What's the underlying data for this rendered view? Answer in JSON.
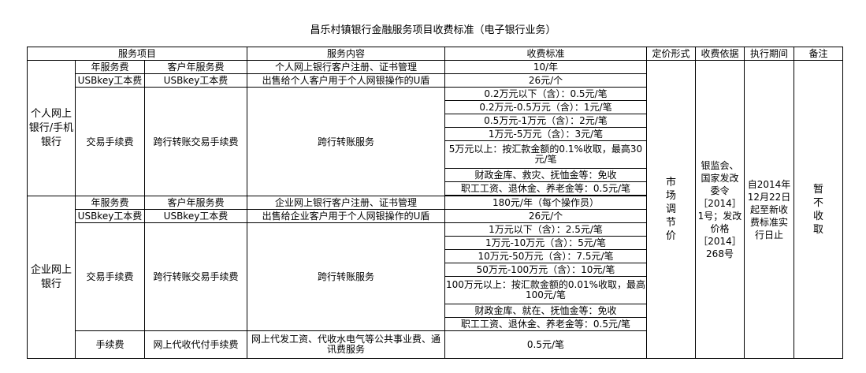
{
  "title": "昌乐村镇银行金融服务项目收费标准（电子银行业务）",
  "headers": {
    "service_item": "服务项目",
    "service_content": "服务内容",
    "fee_standard": "收费标准",
    "pricing_form": "定价形式",
    "fee_basis": "收费依据",
    "effective_period": "执行期间",
    "remarks": "备注"
  },
  "personal": {
    "category": "个人网上银行/手机银行",
    "annual": {
      "type": "年服务费",
      "name": "客户年服务费",
      "content": "个人网上银行客户注册、证书管理",
      "fee": "10/年"
    },
    "usbkey": {
      "type": "USBkey工本费",
      "name": "USBkey工本费",
      "content": "出售给个人客户用于个人网银操作的U盾",
      "fee": "26元/个"
    },
    "transfer": {
      "type": "交易手续费",
      "name": "跨行转账交易手续费",
      "content": "跨行转账服务",
      "fees": [
        "0.2万元以下（含）：0.5元/笔",
        "0.2万元-0.5万元（含）：1元/笔",
        "0.5万元-1万元（含）：2元/笔",
        "1万元-5万元（含）：3元/笔",
        "5万元以上：按汇款金额的0.1%收取，最高30元/笔",
        "财政金库、救灾、抚恤金等：免收",
        "职工工资、退休金、养老金等：0.5元/笔"
      ]
    }
  },
  "corporate": {
    "category": "企业网上银行",
    "annual": {
      "type": "年服务费",
      "name": "客户年服务费",
      "content": "企业网上银行客户注册、证书管理",
      "fee": "180元/年（每个操作员）"
    },
    "usbkey": {
      "type": "USBkey工本费",
      "name": "USBkey工本费",
      "content": "出售给企业客户用于个人网银操作的U盾",
      "fee": "26元/个"
    },
    "transfer": {
      "type": "交易手续费",
      "name": "跨行转账交易手续费",
      "content": "跨行转账服务",
      "fees": [
        "1万元以下（含）：2.5元/笔",
        "1万元-10万元（含）：5元/笔",
        "10万元-50万元（含）：7.5元/笔",
        "50万元-100万元（含）：10元/笔",
        "100万元以上：按汇款金额的0.01%收取，最高100元/笔",
        "财政金库、就在、抚恤金等：免收",
        "职工工资、退休金、养老金等：0.5元/笔"
      ]
    },
    "agency": {
      "type": "手续费",
      "name": "网上代收代付手续费",
      "content": "网上代发工资、代收水电气等公共事业费、通讯费服务",
      "fee": "0.5元/笔"
    }
  },
  "pricing_form": "市场调节价",
  "fee_basis": "银监会、国家发改委令［2014］1号；发改价格［2014］268号",
  "effective_period": "自2014年12月22日起至新收费标准实行日止",
  "remarks": "暂不收取"
}
